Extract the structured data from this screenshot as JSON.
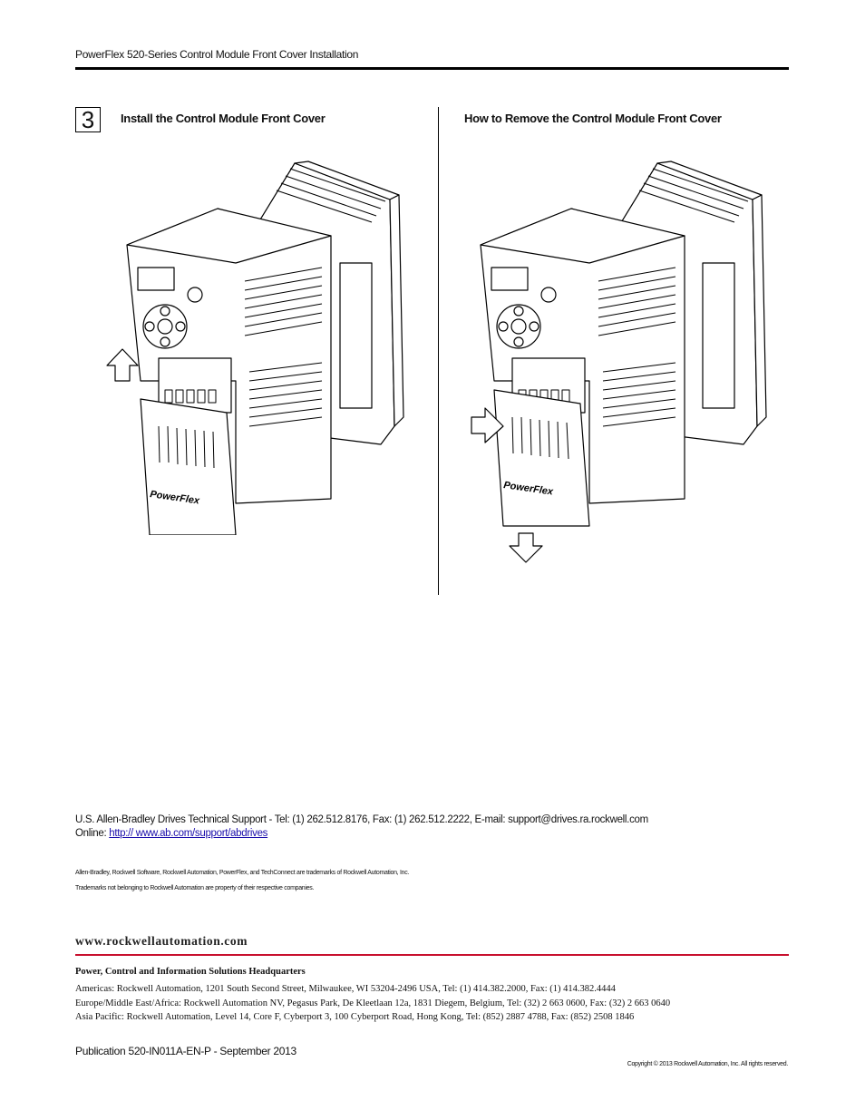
{
  "header": {
    "running_title": "PowerFlex 520-Series Control Module Front Cover Installation"
  },
  "step": {
    "number": "3",
    "install_heading": "Install the Control Module Front Cover",
    "remove_heading": "How to Remove the Control Module Front Cover"
  },
  "figure": {
    "brand_label": "PowerFlex"
  },
  "support": {
    "line": "U.S. Allen-Bradley Drives Technical Support - Tel: (1) 262.512.8176, Fax: (1) 262.512.2222, E-mail: support@drives.ra.rockwell.com",
    "online_label": "Online:",
    "online_url": "http:// www.ab.com/support/abdrives"
  },
  "trademarks": {
    "line1": "Allen-Bradley, Rockwell Software, Rockwell Automation, PowerFlex, and TechConnect are trademarks of Rockwell Automation, Inc.",
    "line2": "Trademarks not belonging to Rockwell Automation are property of their respective companies."
  },
  "footer": {
    "website": "www.rockwellautomation.com",
    "hq_heading": "Power, Control and Information Solutions Headquarters",
    "americas": "Americas: Rockwell Automation, 1201 South Second Street, Milwaukee, WI 53204-2496 USA, Tel: (1) 414.382.2000, Fax: (1) 414.382.4444",
    "emea": "Europe/Middle East/Africa: Rockwell Automation NV, Pegasus Park, De Kleetlaan 12a, 1831 Diegem, Belgium, Tel: (32) 2 663 0600, Fax: (32) 2 663 0640",
    "apac": "Asia Pacific: Rockwell Automation, Level 14, Core F, Cyberport 3, 100 Cyberport Road, Hong Kong, Tel: (852) 2887 4788, Fax: (852) 2508 1846",
    "publication": "Publication 520-IN011A-EN-P - September 2013",
    "copyright": "Copyright © 2013 Rockwell Automation, Inc. All rights reserved."
  },
  "colors": {
    "rule_black": "#000000",
    "rule_red": "#c8102e",
    "link_blue": "#1a0dab"
  }
}
